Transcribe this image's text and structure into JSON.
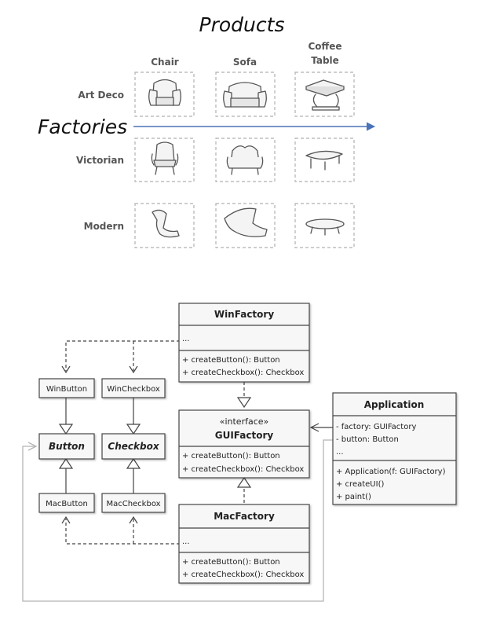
{
  "matrix": {
    "products_title": "Products",
    "factories_title": "Factories",
    "columns": [
      "Chair",
      "Sofa",
      [
        "Coffee",
        "Table"
      ]
    ],
    "rows": [
      "Art Deco",
      "Victorian",
      "Modern"
    ],
    "cells": [
      [
        "art-deco-chair",
        "art-deco-sofa",
        "art-deco-coffee-table"
      ],
      [
        "victorian-chair",
        "victorian-sofa",
        "victorian-coffee-table"
      ],
      [
        "modern-chair",
        "modern-sofa",
        "modern-coffee-table"
      ]
    ],
    "arrow_color": "#4a72b8"
  },
  "uml": {
    "win_factory": {
      "title": "WinFactory",
      "fields": [
        "..."
      ],
      "methods": [
        "+ createButton(): Button",
        "+ createCheckbox(): Checkbox"
      ]
    },
    "gui_factory": {
      "stereotype": "«interface»",
      "title": "GUIFactory",
      "methods": [
        "+ createButton(): Button",
        "+ createCheckbox(): Checkbox"
      ]
    },
    "mac_factory": {
      "title": "MacFactory",
      "fields": [
        "..."
      ],
      "methods": [
        "+ createButton(): Button",
        "+ createCheckbox(): Checkbox"
      ]
    },
    "application": {
      "title": "Application",
      "fields": [
        "- factory: GUIFactory",
        "- button: Button",
        "..."
      ],
      "methods": [
        "+ Application(f: GUIFactory)",
        "+ createUI()",
        "+ paint()"
      ]
    },
    "win_button": "WinButton",
    "win_checkbox": "WinCheckbox",
    "button": "Button",
    "checkbox": "Checkbox",
    "mac_button": "MacButton",
    "mac_checkbox": "MacCheckbox"
  }
}
